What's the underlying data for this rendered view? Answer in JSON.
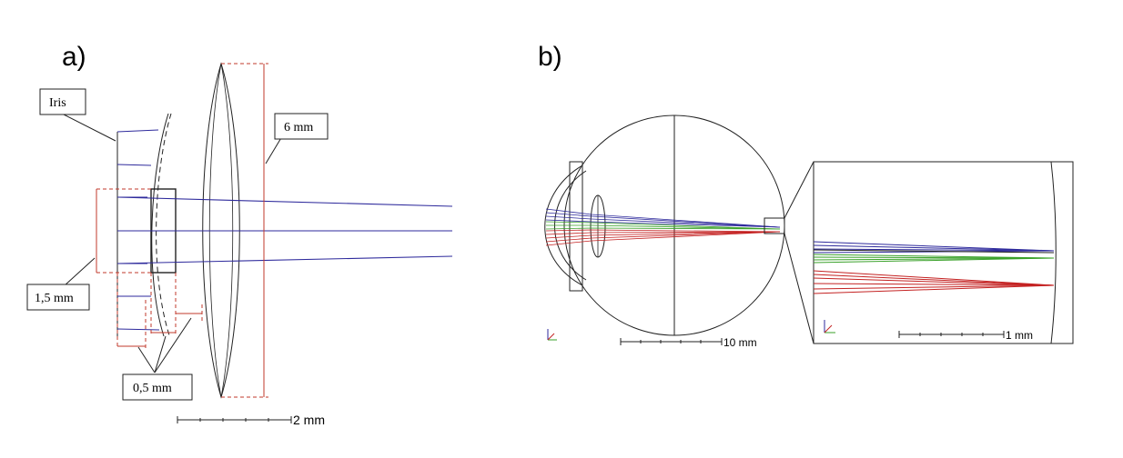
{
  "panel_a": {
    "letter": "a)",
    "labels": {
      "iris": "Iris",
      "pupil_diameter": "1,5 mm",
      "lens_diameter": "6 mm",
      "spacing": "0,5 mm"
    },
    "scale_bar": "2 mm"
  },
  "panel_b": {
    "letter": "b)",
    "scale_bar_eye": "10 mm",
    "scale_bar_zoom": "1 mm"
  },
  "colors": {
    "ray_blue": "#2e2a9c",
    "ray_green": "#3aa12a",
    "ray_red": "#c42222",
    "dimension_red": "#c0392b",
    "outline": "#222222"
  }
}
